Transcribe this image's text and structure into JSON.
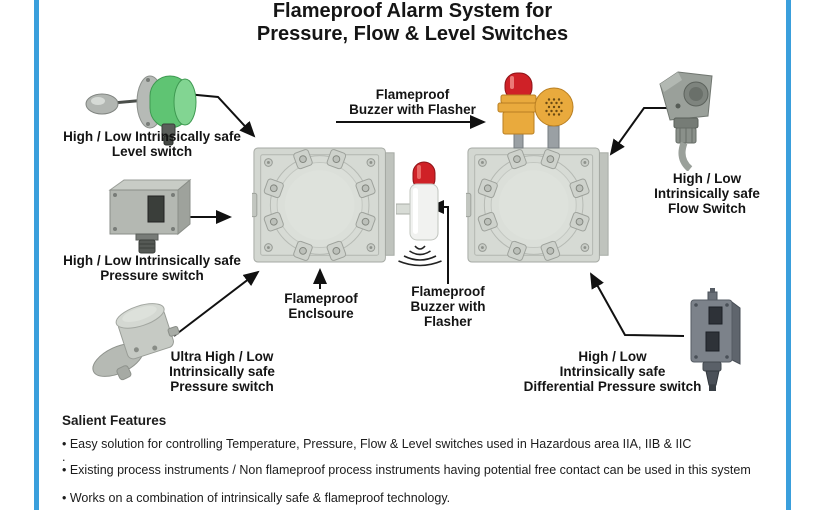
{
  "title": "Flameproof Alarm System for\nPressure, Flow & Level Switches",
  "diagram": {
    "labels": {
      "level_switch": "High / Low Intrinsically safe\nLevel switch",
      "pressure_switch": "High / Low Intrinsically safe\nPressure switch",
      "ultra_pressure_switch": "Ultra High / Low\nIntrinsically safe\nPressure switch",
      "buzzer_flasher_top": "Flameproof\nBuzzer with Flasher",
      "flameproof_enclosure": "Flameproof\nEnclsoure",
      "buzzer_flasher_center": "Flameproof\nBuzzer with\nFlasher",
      "flow_switch": "High / Low\nIntrinsically safe\nFlow Switch",
      "differential_pressure_switch": "High / Low\nIntrinsically safe\nDifferential Pressure switch"
    }
  },
  "salient_features": {
    "heading": "Salient Features",
    "items": [
      "• Easy solution for controlling Temperature, Pressure, Flow & Level switches used in Hazardous area IIA, IIB & IIC",
      ".",
      "• Existing process instruments / Non flameproof process instruments having potential free contact can be used in this system",
      "• Works on a combination of intrinsically safe & flameproof technology."
    ]
  },
  "colors": {
    "border_blue": "#3a9fdc",
    "flasher_red": "#cf2127",
    "device_yellow": "#e9aa3d",
    "enclosure_gray": "#d3d7d1",
    "level_switch_green": "#5fc473"
  }
}
